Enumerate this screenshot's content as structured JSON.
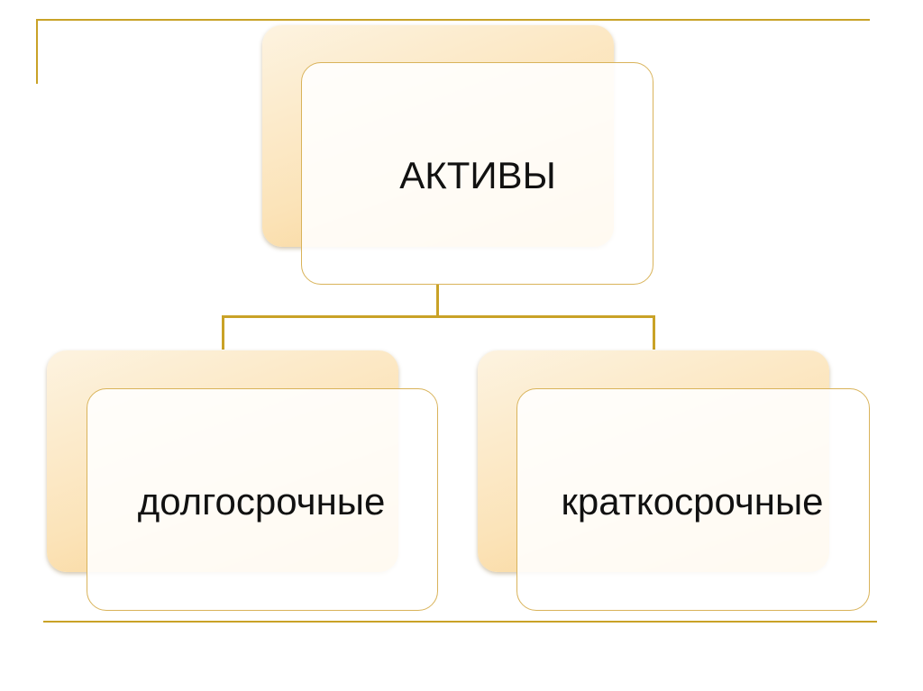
{
  "diagram": {
    "root": {
      "label": "АКТИВЫ"
    },
    "children": [
      {
        "label": "долгосрочные"
      },
      {
        "label": "краткосрочные"
      }
    ]
  },
  "colors": {
    "accent_line": "#c9a227",
    "card_border": "#d9b35a",
    "card_back_gradient_end": "#f9cf8a"
  }
}
